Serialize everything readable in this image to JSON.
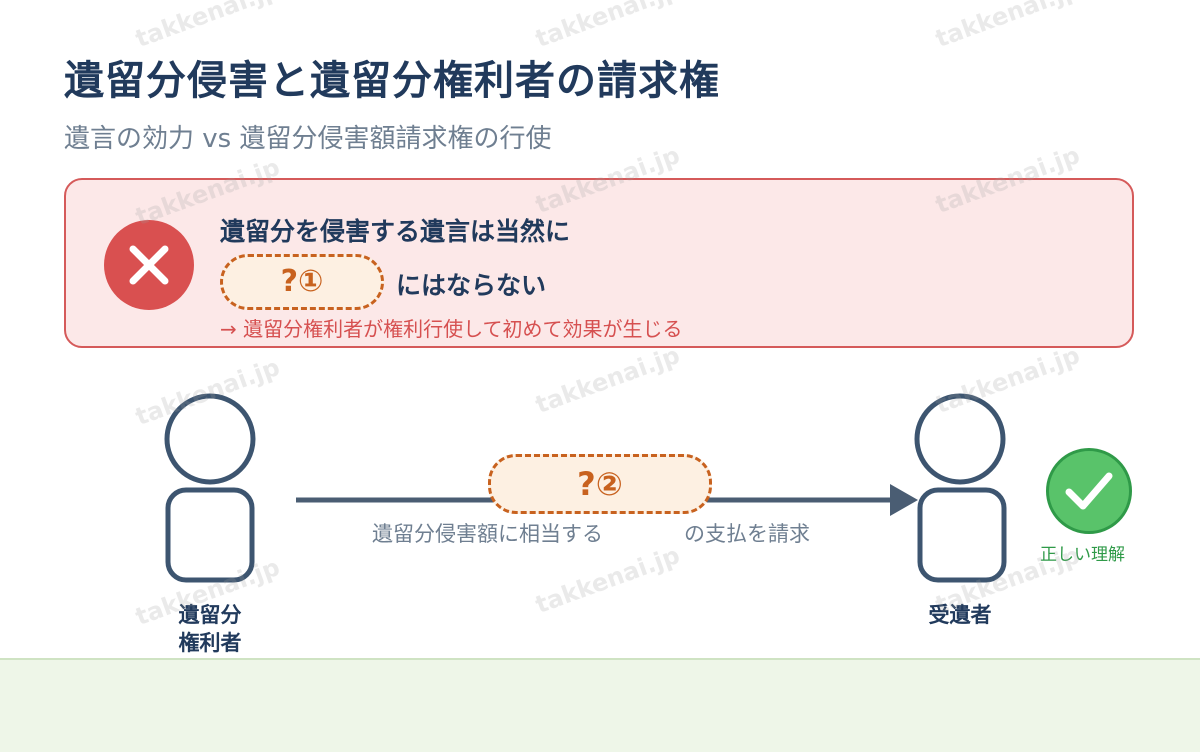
{
  "title": "遺留分侵害と遺留分権利者の請求権",
  "subtitle": "遺言の効力 vs 遺留分侵害額請求権の行使",
  "wrong_box": {
    "icon": "x-icon",
    "line1": "遺留分を侵害する遺言は当然に",
    "blank_label": "?①",
    "line2": "にはならない",
    "note": "→ 遺留分権利者が権利行使して初めて効果が生じる",
    "colors": {
      "border": "#d55a5a",
      "background": "#fce8e8",
      "icon": "#d95050"
    }
  },
  "diagram": {
    "left_person": {
      "icon": "person-icon",
      "label_line1": "遺留分",
      "label_line2": "権利者"
    },
    "right_person": {
      "icon": "person-icon",
      "label": "受遺者"
    },
    "arrow": {
      "icon": "arrow-right-icon",
      "blank_label": "?②",
      "caption_before": "遺留分侵害額に相当する",
      "caption_after": "の支払を請求"
    },
    "correct_badge": {
      "icon": "check-icon",
      "label": "正しい理解",
      "color": "#59c36a"
    }
  },
  "watermark": "takkenai.jp",
  "colors": {
    "primary": "#213a5c",
    "muted": "#6f7f91",
    "blank": "#c8621f",
    "bottom_band": "#eef6e8"
  }
}
